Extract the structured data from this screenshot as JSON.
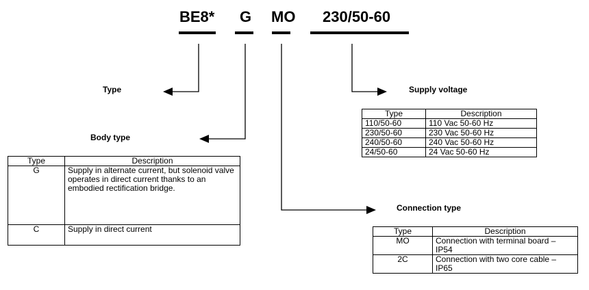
{
  "code": {
    "segments": [
      "BE8*",
      "G",
      "MO",
      "230/50-60"
    ]
  },
  "labels": {
    "type": "Type",
    "body_type": "Body type",
    "supply_voltage": "Supply voltage",
    "connection_type": "Connection type"
  },
  "body_type_table": {
    "headers": [
      "Type",
      "Description"
    ],
    "rows": [
      {
        "type": "G",
        "description": "Supply in alternate current, but solenoid valve operates in direct current thanks to an embodied rectification bridge."
      },
      {
        "type": "C",
        "description": "Supply in direct current"
      }
    ]
  },
  "supply_voltage_table": {
    "headers": [
      "Type",
      "Description"
    ],
    "rows": [
      {
        "type": "110/50-60",
        "description": "110 Vac 50-60 Hz"
      },
      {
        "type": "230/50-60",
        "description": "230 Vac 50-60 Hz"
      },
      {
        "type": "240/50-60",
        "description": "240 Vac 50-60 Hz"
      },
      {
        "type": "24/50-60",
        "description": "24 Vac 50-60 Hz"
      }
    ]
  },
  "connection_type_table": {
    "headers": [
      "Type",
      "Description"
    ],
    "rows": [
      {
        "type": "MO",
        "description": "Connection with terminal board – IP54"
      },
      {
        "type": "2C",
        "description": "Connection with two core cable – IP65"
      }
    ]
  }
}
